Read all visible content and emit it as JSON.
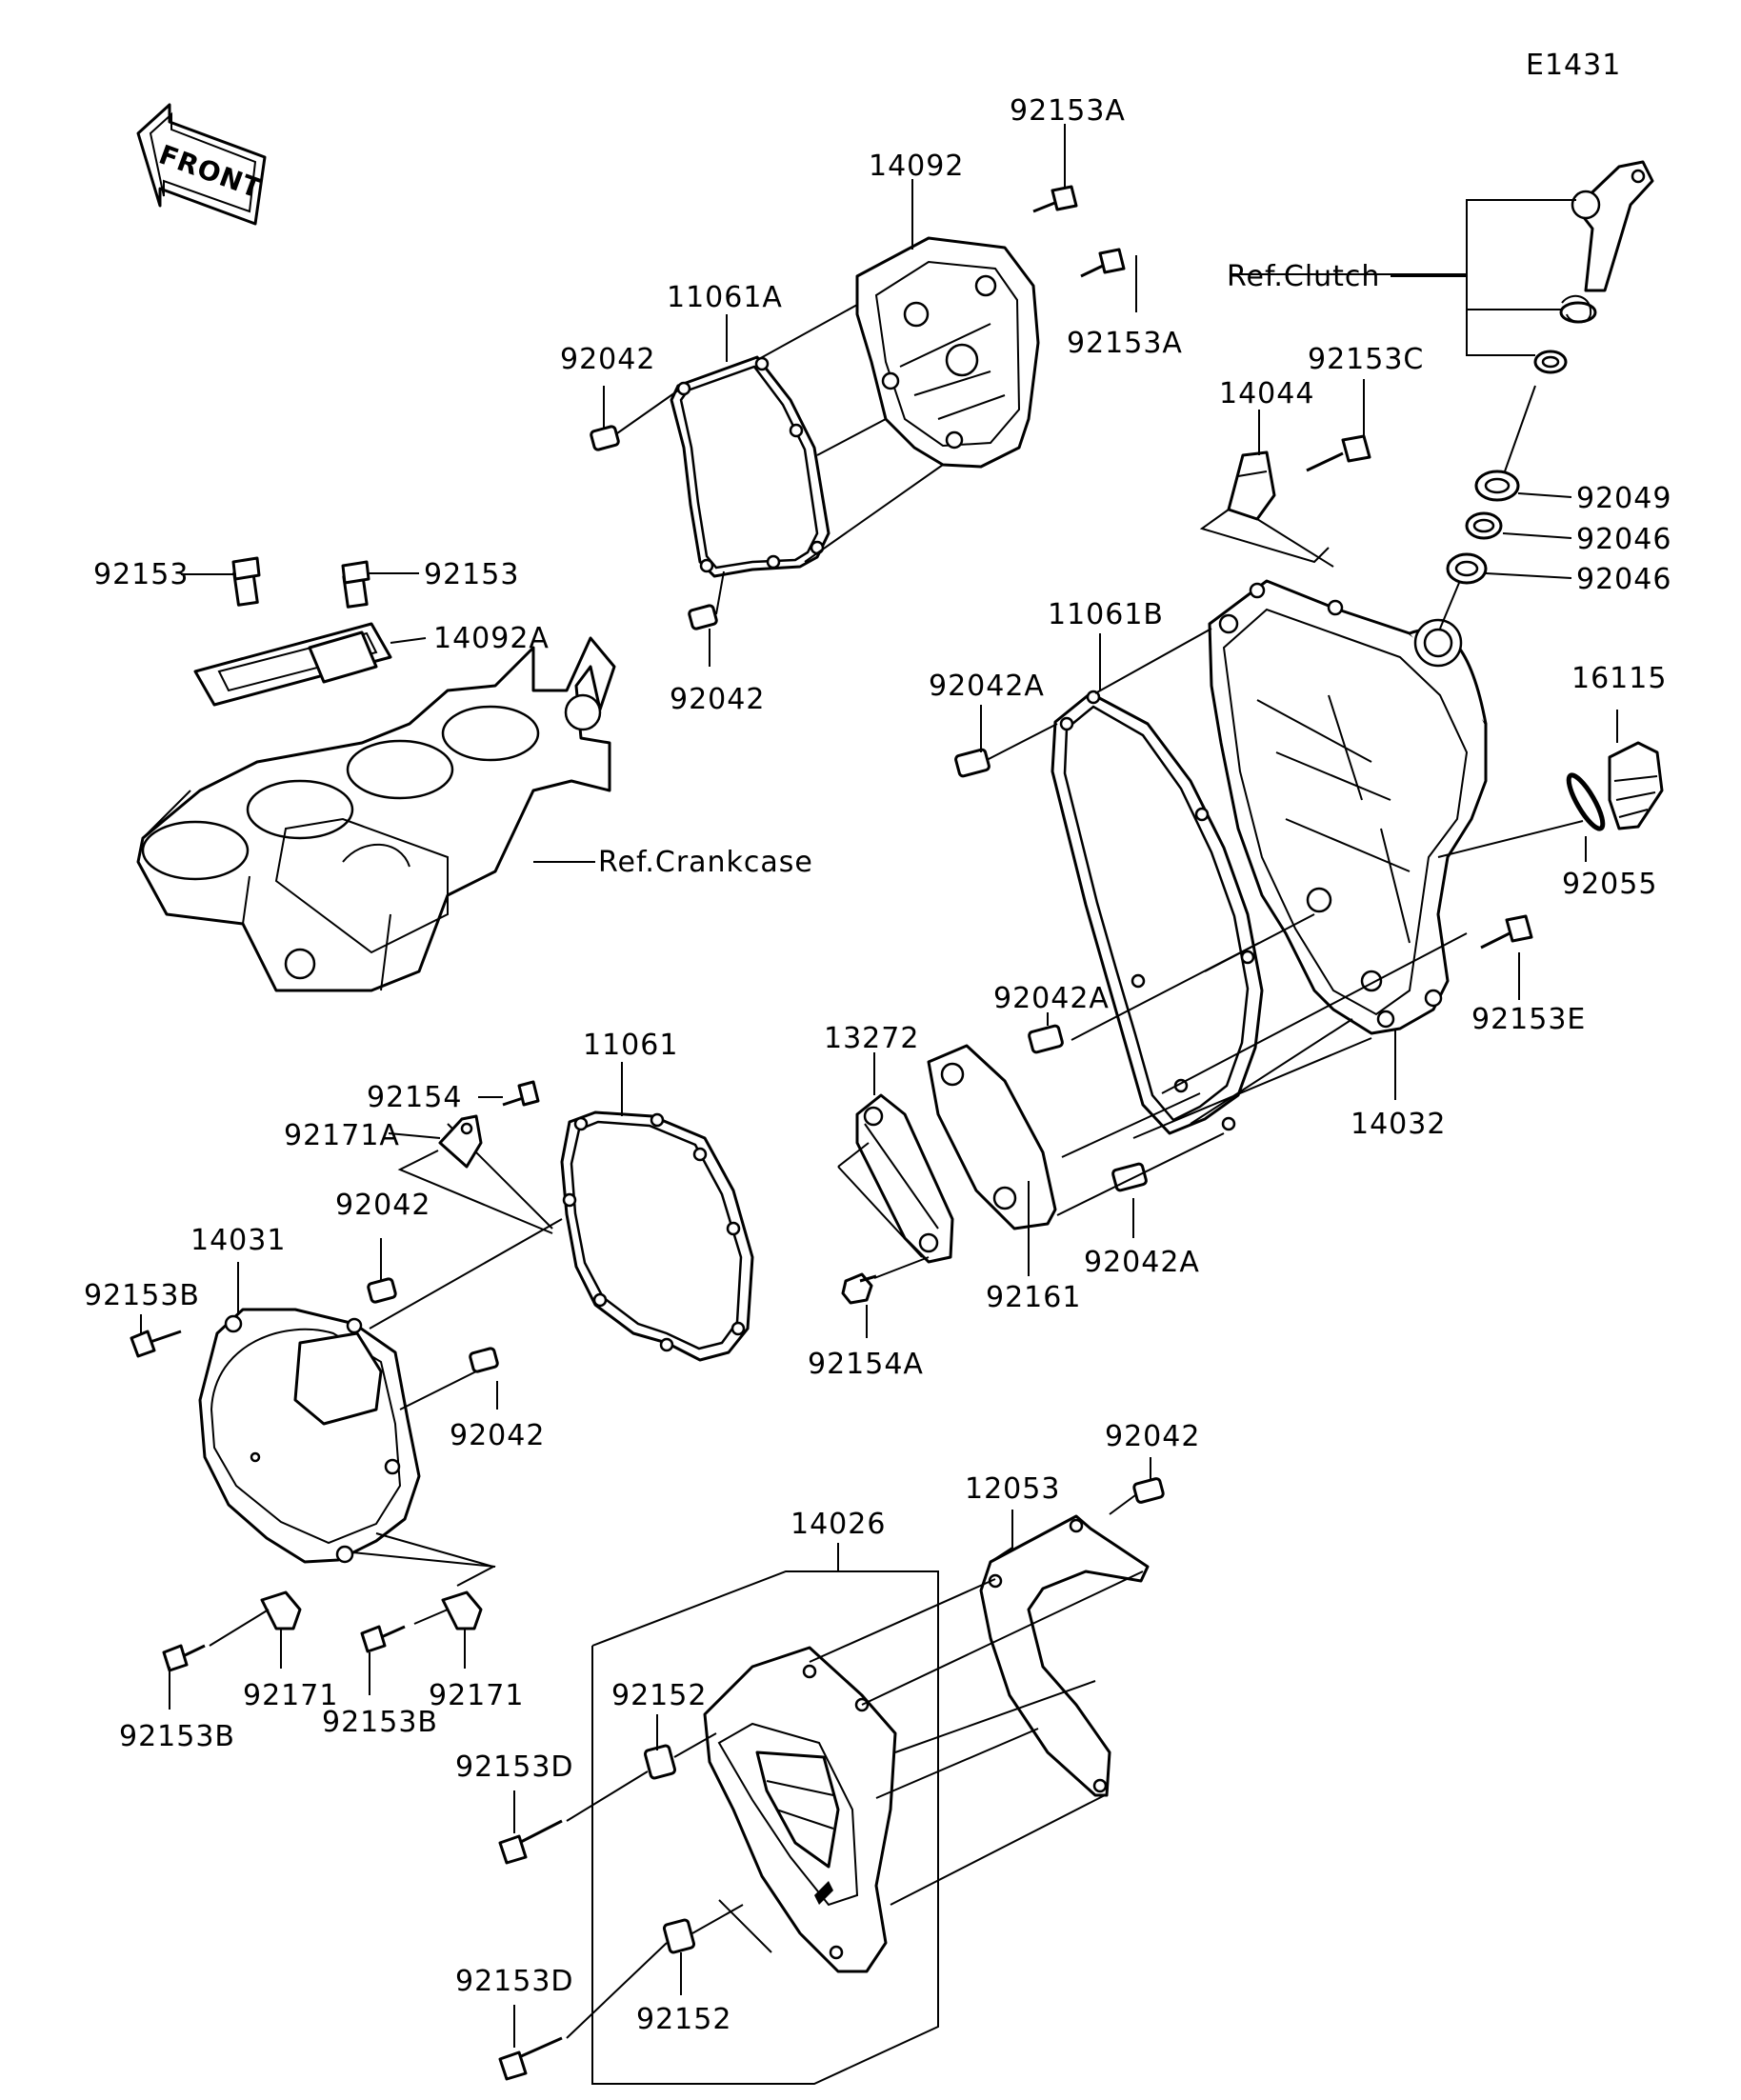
{
  "diagram_id": "E1431",
  "front_label": "FRONT",
  "refs": {
    "clutch": "Ref.Clutch",
    "crankcase": "Ref.Crankcase"
  },
  "parts": {
    "p92153A_top": "92153A",
    "p14092": "14092",
    "p92153A_mid": "92153A",
    "p11061A": "11061A",
    "p92042_a": "92042",
    "p92042_b": "92042",
    "p92153_left": "92153",
    "p92153_right": "92153",
    "p14092A": "14092A",
    "p92153C": "92153C",
    "p14044": "14044",
    "p92049": "92049",
    "p92046_a": "92046",
    "p92046_b": "92046",
    "p11061B": "11061B",
    "p92042A_a": "92042A",
    "p16115": "16115",
    "p92055": "92055",
    "p92153E": "92153E",
    "p14032": "14032",
    "p92042A_b": "92042A",
    "p13272": "13272",
    "p11061": "11061",
    "p92154": "92154",
    "p92171A": "92171A",
    "p92042_c": "92042",
    "p14031": "14031",
    "p92153B_a": "92153B",
    "p92042_d": "92042",
    "p92161": "92161",
    "p92042A_c": "92042A",
    "p92154A": "92154A",
    "p92042_e": "92042",
    "p12053": "12053",
    "p14026": "14026",
    "p92171_a": "92171",
    "p92171_b": "92171",
    "p92153B_b": "92153B",
    "p92153B_c": "92153B",
    "p92152_a": "92152",
    "p92153D_a": "92153D",
    "p92153D_b": "92153D",
    "p92152_b": "92152"
  }
}
